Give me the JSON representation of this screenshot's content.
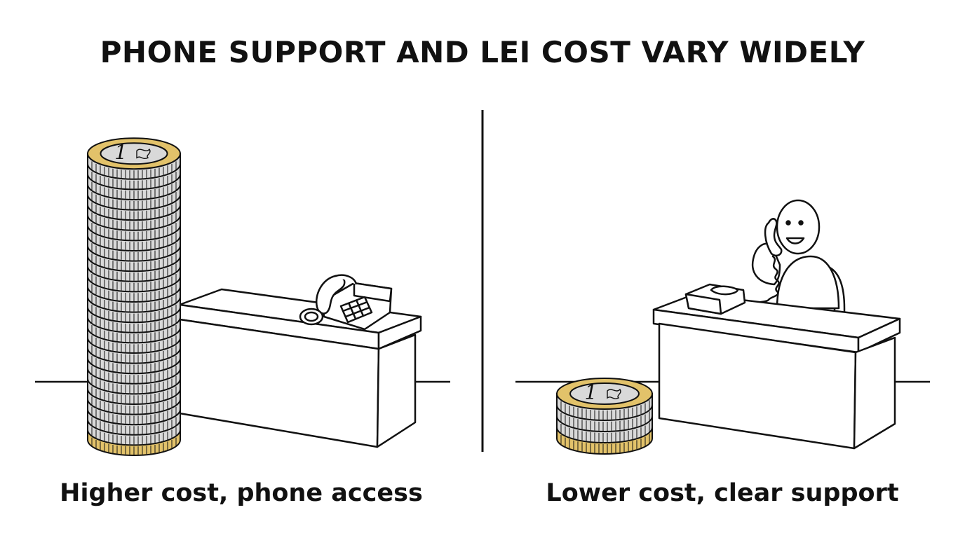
{
  "title": "PHONE SUPPORT AND LEI COST VARY WIDELY",
  "panels": [
    {
      "caption": "Higher cost, phone access",
      "coin_stack_count": 28
    },
    {
      "caption": "Lower cost, clear support",
      "coin_stack_count": 4
    }
  ],
  "coin_face_text": "1",
  "colors": {
    "ink": "#111111",
    "coin_gold": "#e2c26a",
    "coin_silver": "#d9d9d9",
    "background": "#ffffff"
  },
  "icons": [
    "coin-stack-icon",
    "desk-icon",
    "telephone-icon",
    "person-icon"
  ]
}
